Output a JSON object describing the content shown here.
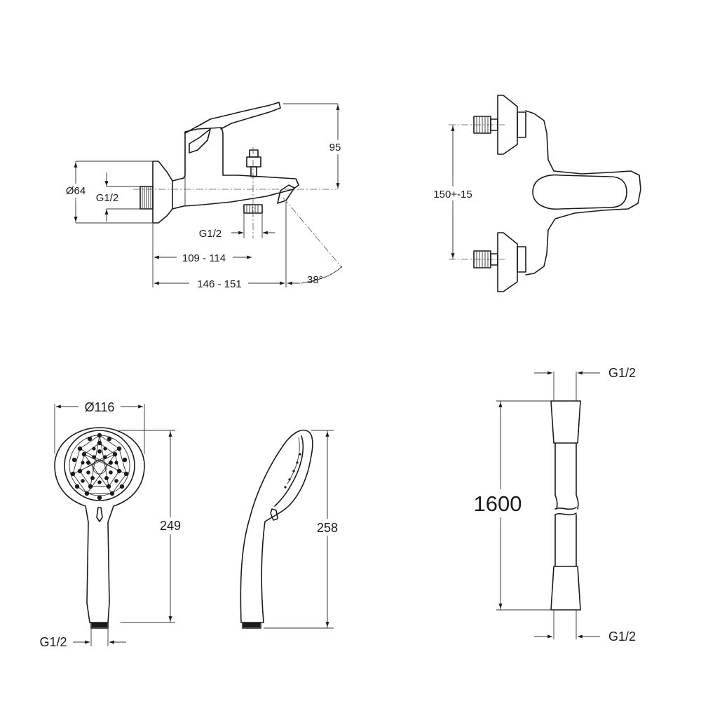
{
  "views": {
    "mixer_side": {
      "dims": {
        "flange_diameter": "Ø64",
        "inlet_thread": "G1/2",
        "outlet_thread": "G1/2",
        "wall_to_outlet": "109 - 114",
        "wall_to_spout": "146 - 151",
        "lever_height": "95",
        "spout_angle": "38°"
      }
    },
    "mixer_top": {
      "dims": {
        "inlet_spacing": "150+-15"
      }
    },
    "hand_shower_front": {
      "dims": {
        "head_diameter": "Ø116",
        "length": "249",
        "connection_thread": "G1/2"
      }
    },
    "hand_shower_side": {
      "dims": {
        "length": "258"
      }
    },
    "hose": {
      "dims": {
        "top_thread": "G1/2",
        "length": "1600",
        "bottom_thread": "G1/2"
      }
    }
  }
}
